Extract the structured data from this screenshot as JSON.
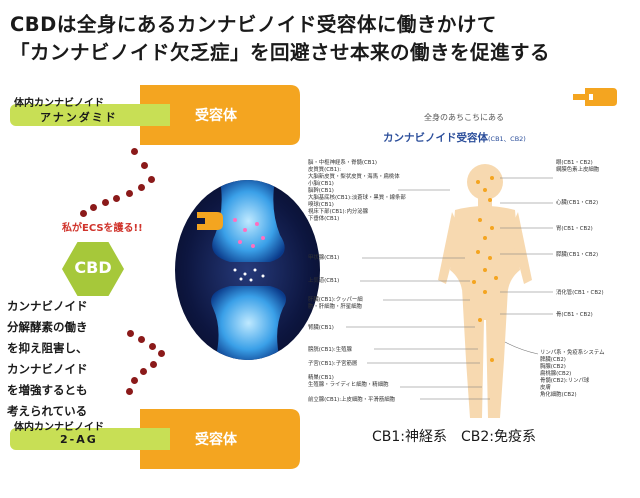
{
  "title": {
    "line1": "CBDは全身にあるカンナビノイド受容体に働きかけて",
    "line2": "「カンナビノイド欠乏症」を回避させ本来の働きを促進する"
  },
  "top_receptor": {
    "ligand_label": "体内カンナビノイド",
    "ligand_name": "アナンダミド",
    "receptor_label": "受容体"
  },
  "bottom_receptor": {
    "ligand_label": "体内カンナビノイド",
    "ligand_name": "2-AG",
    "receptor_label": "受容体"
  },
  "protect_text": "私がECSを護る!!",
  "cbd_label": "CBD",
  "cbd_description": [
    "カンナビノイド",
    "分解酵素の働き",
    "を抑え阻害し、",
    "カンナビノイド",
    "を増強するとも",
    "考えられている"
  ],
  "body_map": {
    "subtitle": "全身のあちこちにある",
    "heading": "カンナビノイド受容体",
    "heading_suffix": "(CB1、CB2)",
    "left_labels": [
      {
        "lines": [
          "脳・中枢神経系・脊髄(CB1)",
          "皮質質(CB1):",
          "大脳新皮質・梨状皮質・海馬・扁桃体",
          "小脳(CB1)",
          "脳幹(CB1)",
          "大脳基底核(CB1):淡蒼球・黒質・線条部",
          "嗅球(CB1)",
          "視床下部(CB1):内分泌腺",
          "下垂体(CB1)"
        ]
      },
      {
        "lines": [
          "甲状腺(CB1)"
        ]
      },
      {
        "lines": [
          "上気道(CB1)"
        ]
      },
      {
        "lines": [
          "肝臓(CB1):クッパー細",
          "胞・肝細胞・肝星細胞"
        ]
      },
      {
        "lines": [
          "腎臓(CB1)"
        ]
      },
      {
        "lines": [
          "膀胱(CB1):生殖腺"
        ]
      },
      {
        "lines": [
          "子宮(CB1):子宮筋層"
        ]
      },
      {
        "lines": [
          "精巣(CB1)",
          "生殖腺・ライディヒ細胞・精細胞"
        ]
      },
      {
        "lines": [
          "前立腺(CB1):上皮細胞・平滑筋細胞"
        ]
      }
    ],
    "right_labels": [
      {
        "lines": [
          "眼(CB1・CB2)",
          "網膜色素上皮細胞"
        ]
      },
      {
        "lines": [
          "心臓(CB1・CB2)"
        ]
      },
      {
        "lines": [
          "胃(CB1・CB2)"
        ]
      },
      {
        "lines": [
          "膵臓(CB1・CB2)"
        ]
      },
      {
        "lines": [
          "消化管(CB1・CB2)"
        ]
      },
      {
        "lines": [
          "骨(CB1・CB2)"
        ]
      },
      {
        "lines": [
          "リンパ系・免疫系システム",
          "脾臓(CB2)",
          "胸腺(CB2)",
          "扁桃腺(CB2)",
          "骨髄(CB2):リンパ球",
          "皮膚",
          "角化細胞(CB2)"
        ]
      }
    ],
    "legend": "CB1:神経系　CB2:免疫系"
  },
  "colors": {
    "ligand_green": "#c8df55",
    "receptor_orange": "#f4a520",
    "dots": "#8b1a1a",
    "hex_green": "#a6c83a",
    "heading_blue": "#2a4d9a",
    "body": "#f7d9b0"
  }
}
